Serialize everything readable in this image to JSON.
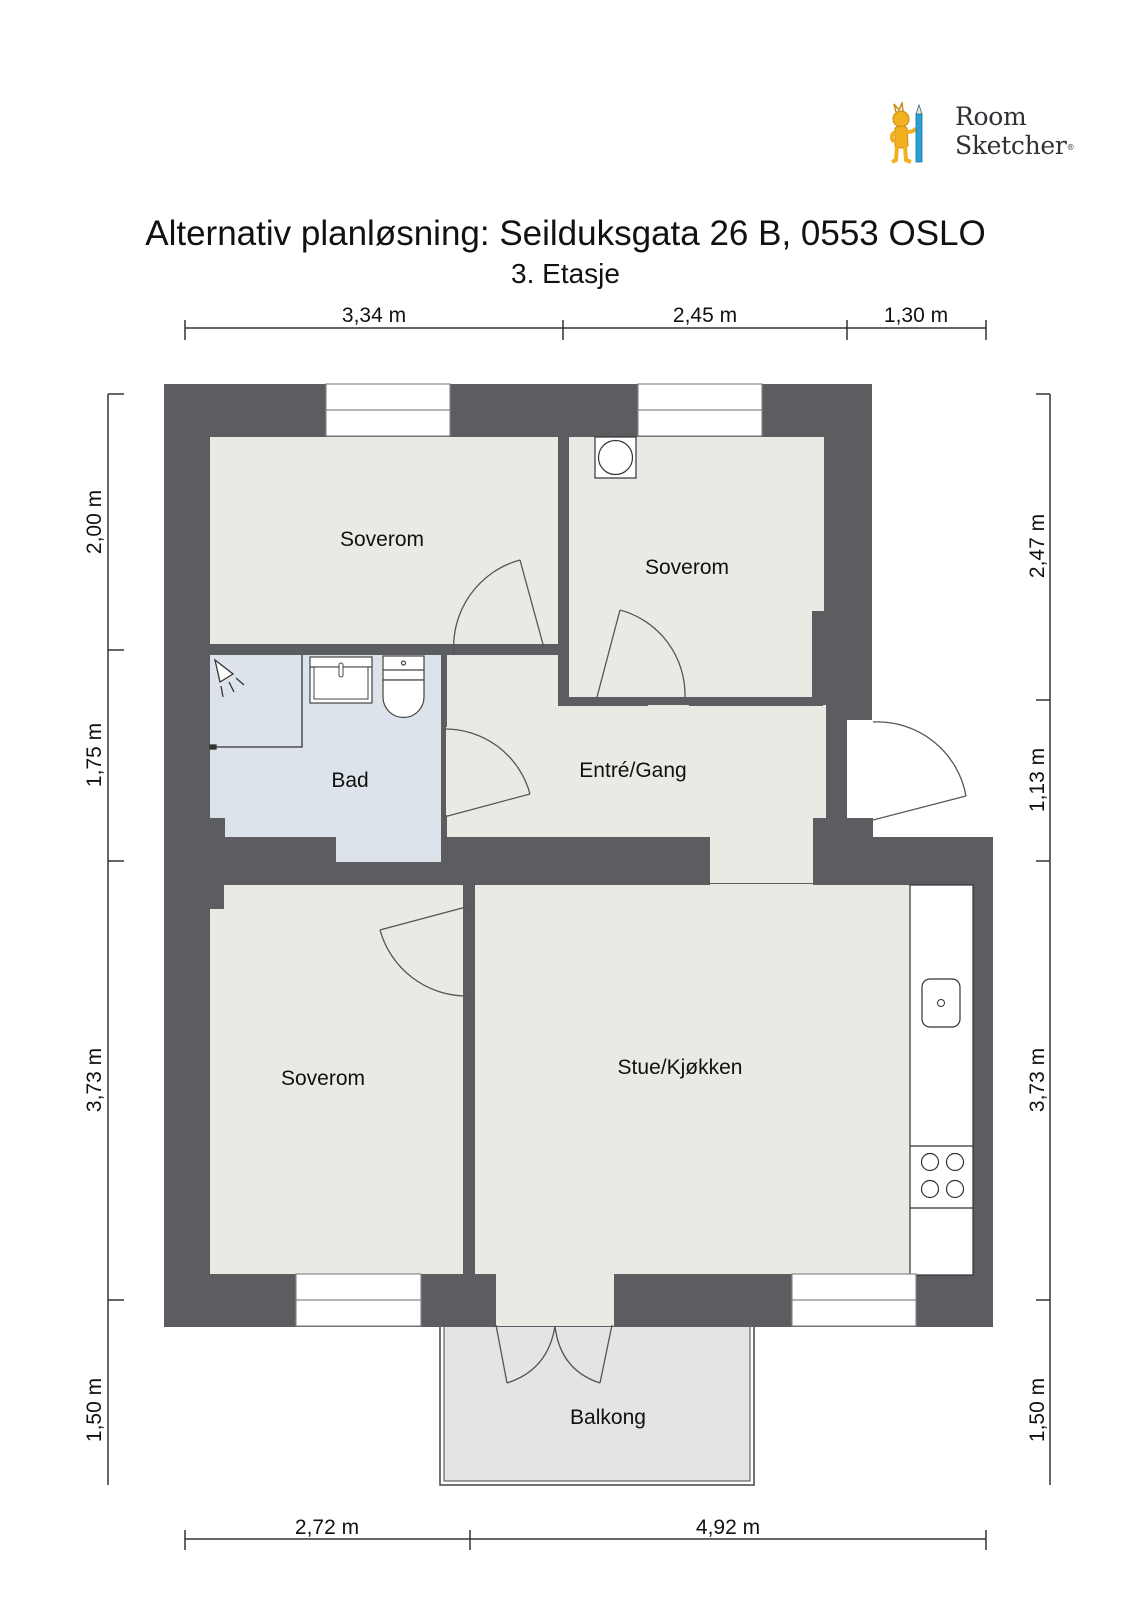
{
  "logo": {
    "line1": "Room",
    "line2": "Sketcher",
    "registered": "®",
    "icon": "roomsketcher-mascot-pencil-icon",
    "colors": {
      "mascot": "#f2b01e",
      "pencil": "#2a9fd6",
      "text": "#2f3136"
    }
  },
  "header": {
    "title": "Alternativ planløsning: Seilduksgata 26 B, 0553 OSLO",
    "subtitle": "3. Etasje"
  },
  "rooms": [
    {
      "id": "bedroom-1",
      "label": "Soverom"
    },
    {
      "id": "bedroom-2",
      "label": "Soverom"
    },
    {
      "id": "bathroom",
      "label": "Bad"
    },
    {
      "id": "hallway",
      "label": "Entré/Gang"
    },
    {
      "id": "bedroom-3",
      "label": "Soverom"
    },
    {
      "id": "living-kitchen",
      "label": "Stue/Kjøkken"
    },
    {
      "id": "balcony",
      "label": "Balkong"
    }
  ],
  "dimensions": {
    "top": [
      "3,34 m",
      "2,45 m",
      "1,30 m"
    ],
    "bottom": [
      "2,72 m",
      "4,92 m"
    ],
    "left": [
      "2,00 m",
      "1,75 m",
      "3,73 m",
      "1,50 m"
    ],
    "right": [
      "2,47 m",
      "1,13 m",
      "3,73 m",
      "1,50 m"
    ]
  },
  "fixtures": [
    "shower-icon",
    "sink-icon",
    "toilet-icon",
    "washing-machine-icon",
    "kitchen-sink-icon",
    "cooktop-icon"
  ],
  "colors": {
    "wall": "#5b5d61",
    "floor": "#eaeae4",
    "bathroom_floor": "#dde3ea",
    "balcony_floor": "#e4e4e4",
    "window": "#ffffff",
    "line": "#555555"
  }
}
